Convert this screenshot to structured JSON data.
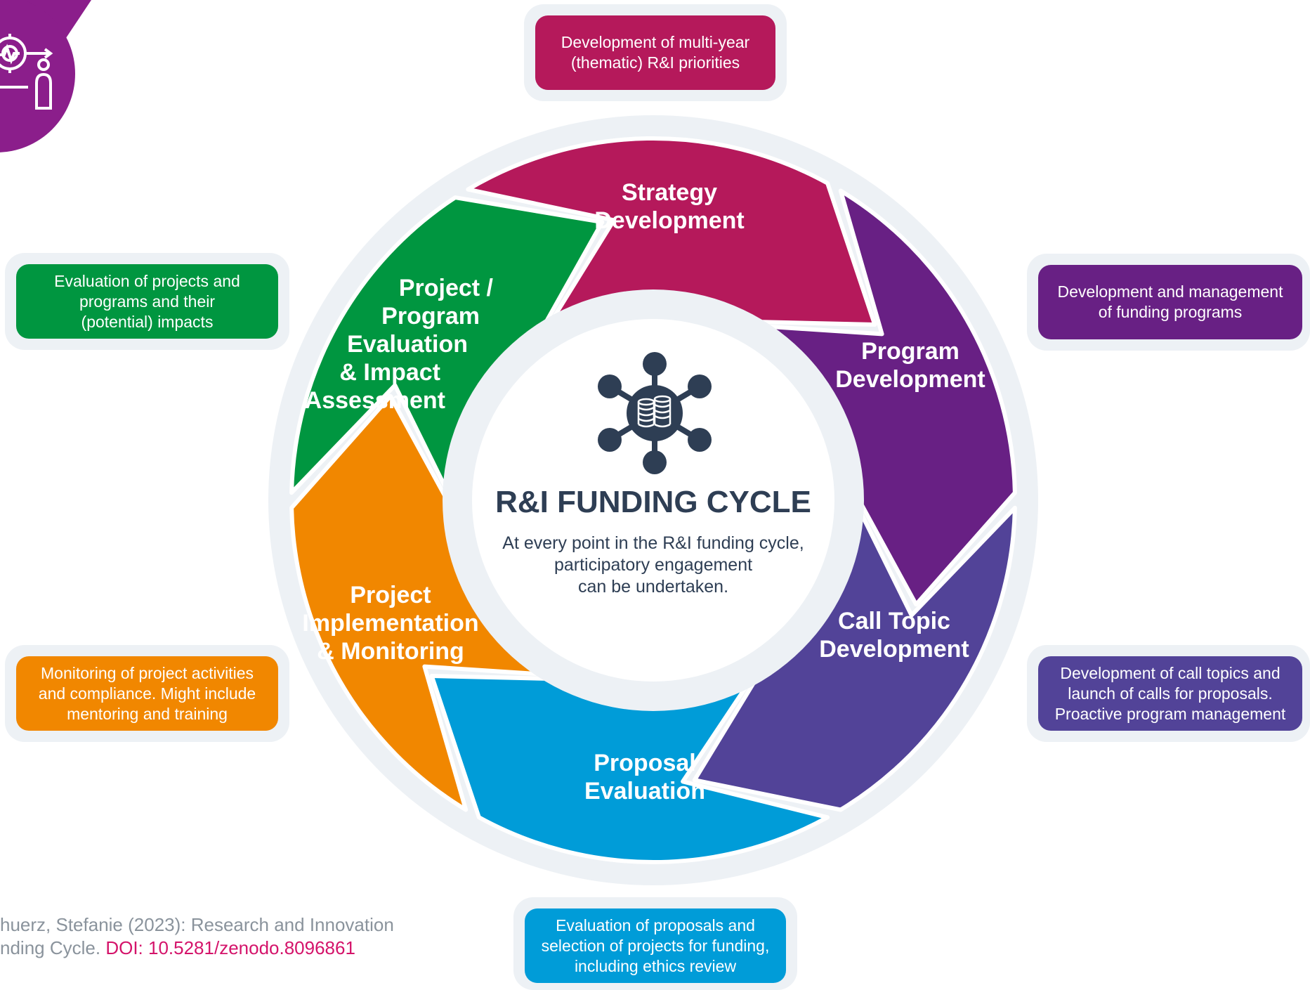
{
  "center": {
    "title": "R&I FUNDING CYCLE",
    "description_lines": [
      "At every point in the R&I funding cycle,",
      "participatory engagement",
      "can be undertaken."
    ],
    "icon": "network-database-icon"
  },
  "corner_icon": "gear-person-process-icon",
  "segments": [
    {
      "id": "strategy",
      "label_lines": [
        "Strategy",
        "Development"
      ],
      "color": "#b5195b"
    },
    {
      "id": "program",
      "label_lines": [
        "Program",
        "Development"
      ],
      "color": "#682084"
    },
    {
      "id": "call",
      "label_lines": [
        "Call Topic",
        "Development"
      ],
      "color": "#524398"
    },
    {
      "id": "proposal",
      "label_lines": [
        "Proposal",
        "Evaluation"
      ],
      "color": "#009cd8"
    },
    {
      "id": "implementation",
      "label_lines": [
        "Project",
        "Implementation",
        "& Monitoring"
      ],
      "color": "#f18700"
    },
    {
      "id": "evaluation",
      "label_lines": [
        "Project /",
        "Program",
        "Evaluation",
        "& Impact",
        "Assessment"
      ],
      "color": "#009640"
    }
  ],
  "descriptions": [
    {
      "id": "strategy",
      "lines": [
        "Development of multi-year",
        "(thematic) R&I priorities"
      ],
      "color": "#b5195b"
    },
    {
      "id": "program",
      "lines": [
        "Development and management",
        "of funding programs"
      ],
      "color": "#682084"
    },
    {
      "id": "call",
      "lines": [
        "Development of call topics and",
        "launch of calls for proposals.",
        "Proactive program management"
      ],
      "color": "#524398"
    },
    {
      "id": "proposal",
      "lines": [
        "Evaluation of proposals and",
        "selection of projects for funding,",
        "including ethics review"
      ],
      "color": "#009cd8"
    },
    {
      "id": "implementation",
      "lines": [
        "Monitoring of project activities",
        "and compliance. Might include",
        "mentoring and training"
      ],
      "color": "#f18700"
    },
    {
      "id": "evaluation",
      "lines": [
        "Evaluation of projects and",
        "programs and their",
        "(potential) impacts"
      ],
      "color": "#009640"
    }
  ],
  "citation": {
    "line1": "huerz, Stefanie (2023): Research and Innovation",
    "line2_prefix": "nding Cycle. ",
    "doi": "DOI: 10.5281/zenodo.8096861"
  },
  "colors": {
    "ring_background": "#edf1f5",
    "center_text": "#2e3e54",
    "corner_badge": "#8b1e8b",
    "citation_text": "#8a939c",
    "doi_link": "#d4136a"
  }
}
